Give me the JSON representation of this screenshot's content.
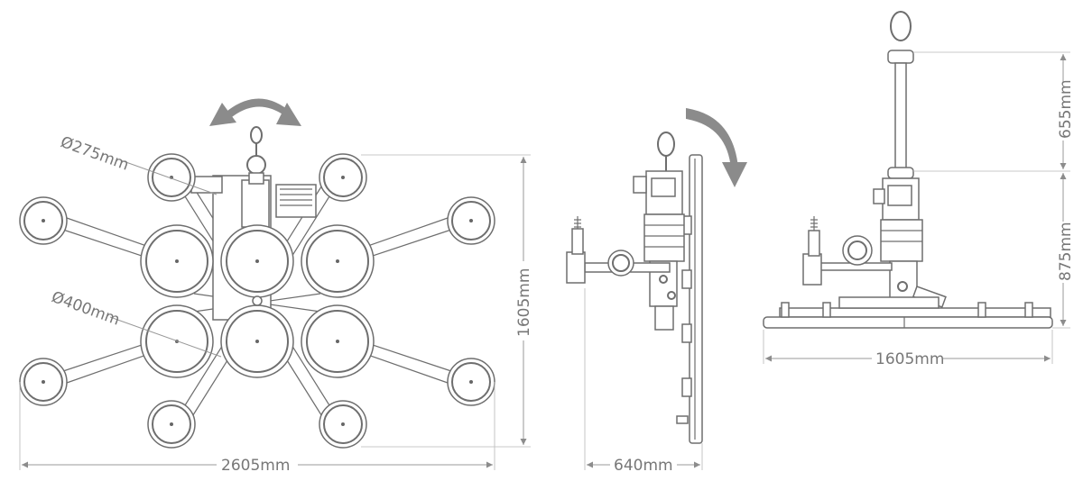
{
  "figure": {
    "front_view": {
      "small_cup_diameter": "Ø275mm",
      "large_cup_diameter": "Ø400mm",
      "width_dimension": "2605mm",
      "height_dimension": "1605mm"
    },
    "side_view": {
      "depth_dimension": "640mm"
    },
    "bottom_view": {
      "width_dimension": "1605mm",
      "upper_height_dimension": "655mm",
      "lower_height_dimension": "875mm"
    }
  },
  "colors": {
    "line": "#6e6e6e",
    "dimension_line": "#999999",
    "text": "#777777",
    "arrow": "#8b8b8b"
  }
}
